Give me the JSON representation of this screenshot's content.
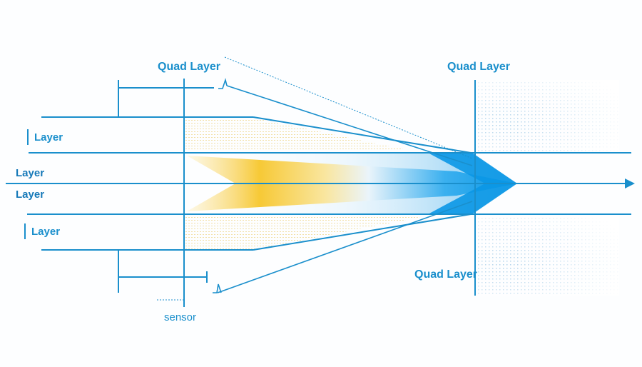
{
  "labels": {
    "quad_top_left": "Quad Layer",
    "quad_top_right": "Quad Layer",
    "quad_bottom_right": "Quad Layer",
    "layer_upper": "Layer",
    "layer_center_upper": "Layer",
    "layer_center_lower": "Layer",
    "layer_lower": "Layer",
    "sensor": "sensor"
  },
  "colors": {
    "line": "#1a8fcc",
    "arrow": "#0a9be8",
    "beam_warm": "#f5c52a",
    "beam_cool": "#1aa0ee",
    "dots": "#9fc9e6"
  }
}
